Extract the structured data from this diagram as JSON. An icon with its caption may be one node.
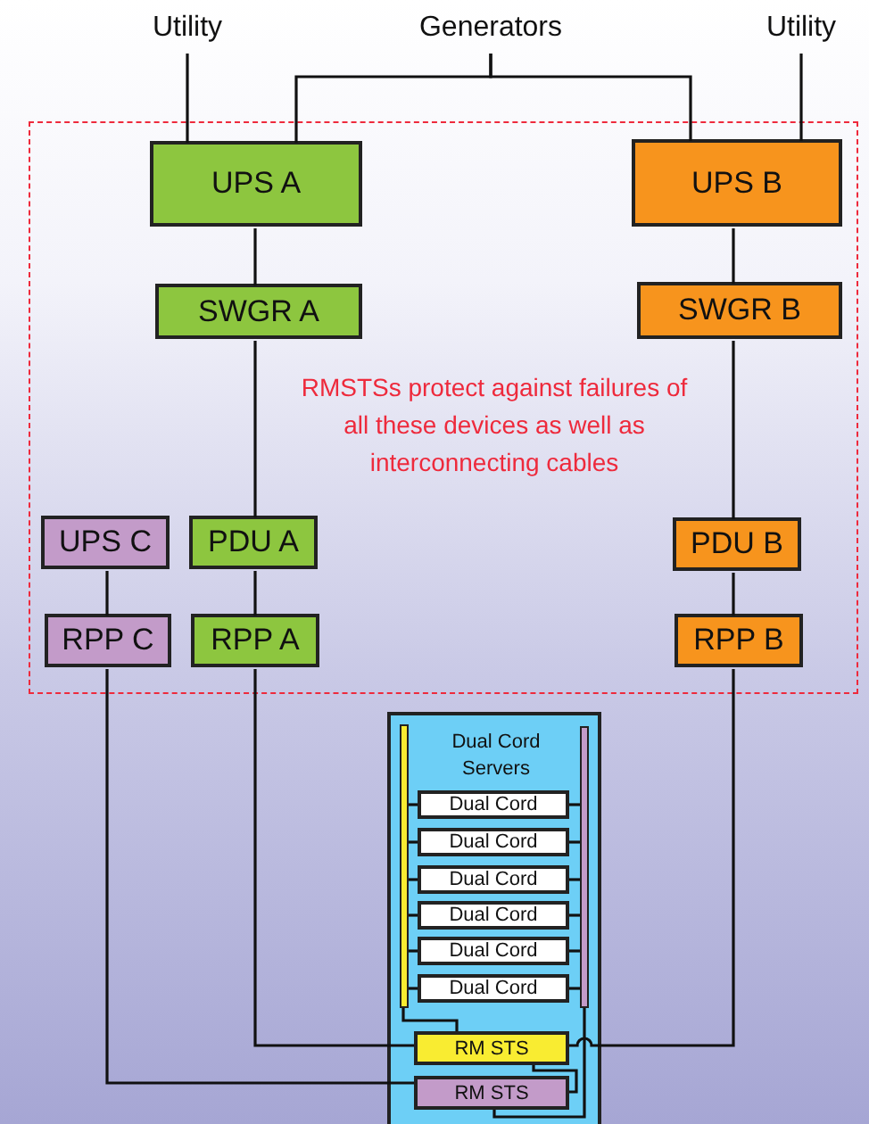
{
  "diagram": {
    "nodes": [
      {
        "text": [
          "Utility"
        ]
      },
      {
        "text": [
          "Generators"
        ]
      },
      {
        "text": [
          "Utility"
        ]
      },
      {
        "text": [
          "RMSTSs protect against failures of all these devices as well as interconnecting cables"
        ]
      },
      {
        "text": [
          "UPS A"
        ],
        "in": 3
      },
      {
        "text": [
          "UPS B"
        ],
        "in": 3
      },
      {
        "text": [
          "SWGR A"
        ],
        "in": 3
      },
      {
        "text": [
          "SWGR B"
        ],
        "in": 3
      },
      {
        "text": [
          "UPS C"
        ],
        "in": 3
      },
      {
        "text": [
          "PDU A"
        ],
        "in": 3
      },
      {
        "text": [
          "PDU B"
        ],
        "in": 3
      },
      {
        "text": [
          "RPP C"
        ],
        "in": 3
      },
      {
        "text": [
          "RPP A"
        ],
        "in": 3
      },
      {
        "text": [
          "RPP B"
        ],
        "in": 3
      },
      {
        "text": [
          "Dual Cord Servers"
        ]
      },
      {
        "text": [],
        "shape": "bar",
        "in": 14
      },
      {
        "text": [],
        "shape": "bar",
        "in": 14
      },
      {
        "text": [
          "Dual Cord"
        ],
        "in": 14
      },
      {
        "text": [
          "Dual Cord"
        ],
        "in": 14
      },
      {
        "text": [
          "Dual Cord"
        ],
        "in": 14
      },
      {
        "text": [
          "Dual Cord"
        ],
        "in": 14
      },
      {
        "text": [
          "Dual Cord"
        ],
        "in": 14
      },
      {
        "text": [
          "Dual Cord"
        ],
        "in": 14
      },
      {
        "text": [
          "RM STS"
        ],
        "in": 14
      },
      {
        "text": [
          "RM STS"
        ],
        "in": 14
      }
    ],
    "edges": [
      {
        "from": 0,
        "to": 4,
        "arrow": "none"
      },
      {
        "from": 1,
        "to": 4,
        "arrow": "none"
      },
      {
        "from": 1,
        "to": 5,
        "arrow": "none"
      },
      {
        "from": 2,
        "to": 5,
        "arrow": "none"
      },
      {
        "from": 4,
        "to": 6,
        "arrow": "none"
      },
      {
        "from": 5,
        "to": 7,
        "arrow": "none"
      },
      {
        "from": 6,
        "to": 9,
        "arrow": "none"
      },
      {
        "from": 7,
        "to": 10,
        "arrow": "none"
      },
      {
        "from": 8,
        "to": 11,
        "arrow": "none"
      },
      {
        "from": 9,
        "to": 12,
        "arrow": "none"
      },
      {
        "from": 10,
        "to": 13,
        "arrow": "none"
      },
      {
        "from": 12,
        "to": 23,
        "arrow": "none"
      },
      {
        "from": 13,
        "to": 23,
        "arrow": "none"
      },
      {
        "from": 11,
        "to": 24,
        "arrow": "none"
      },
      {
        "from": 23,
        "to": 24,
        "arrow": "none"
      },
      {
        "from": 15,
        "to": 23,
        "arrow": "none"
      },
      {
        "from": 16,
        "to": 24,
        "arrow": "none"
      },
      {
        "from": 15,
        "to": 17,
        "arrow": "none"
      },
      {
        "from": 15,
        "to": 18,
        "arrow": "none"
      },
      {
        "from": 15,
        "to": 19,
        "arrow": "none"
      },
      {
        "from": 15,
        "to": 20,
        "arrow": "none"
      },
      {
        "from": 15,
        "to": 21,
        "arrow": "none"
      },
      {
        "from": 15,
        "to": 22,
        "arrow": "none"
      },
      {
        "from": 16,
        "to": 17,
        "arrow": "none"
      },
      {
        "from": 16,
        "to": 18,
        "arrow": "none"
      },
      {
        "from": 16,
        "to": 19,
        "arrow": "none"
      },
      {
        "from": 16,
        "to": 20,
        "arrow": "none"
      },
      {
        "from": 16,
        "to": 21,
        "arrow": "none"
      },
      {
        "from": 16,
        "to": 22,
        "arrow": "none"
      }
    ]
  }
}
